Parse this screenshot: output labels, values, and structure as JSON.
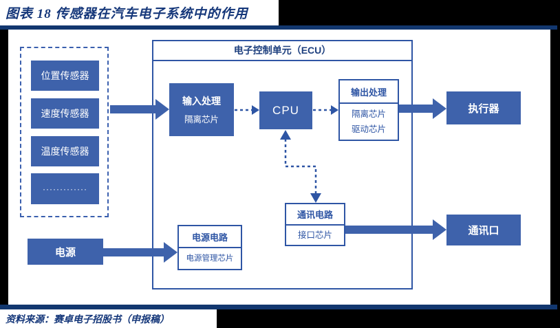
{
  "header": {
    "title": "图表 18  传感器在汽车电子系统中的作用"
  },
  "footer": {
    "source": "资料来源：赛卓电子招股书（申报稿）"
  },
  "diagram": {
    "sensors_group": {
      "items": [
        "位置传感器",
        "速度传感器",
        "温度传感器",
        "·············"
      ]
    },
    "ecu": {
      "title": "电子控制单元（ECU）",
      "input_box": {
        "title": "输入处理",
        "sub": "隔离芯片"
      },
      "cpu_label": "CPU",
      "output_box": {
        "title": "输出处理",
        "subs": [
          "隔离芯片",
          "驱动芯片"
        ]
      },
      "comm_box": {
        "title": "通讯电路",
        "sub": "接口芯片"
      },
      "power_circuit_box": {
        "title": "电源电路",
        "sub": "电源管理芯片"
      }
    },
    "power_label": "电源",
    "actuator_label": "执行器",
    "comm_port_label": "通讯口",
    "colors": {
      "rule_navy": "#12376f",
      "title_navy": "#15377a",
      "box_blue": "#3e62ab",
      "line_blue": "#2e55a4",
      "frame_black": "#000000"
    }
  }
}
